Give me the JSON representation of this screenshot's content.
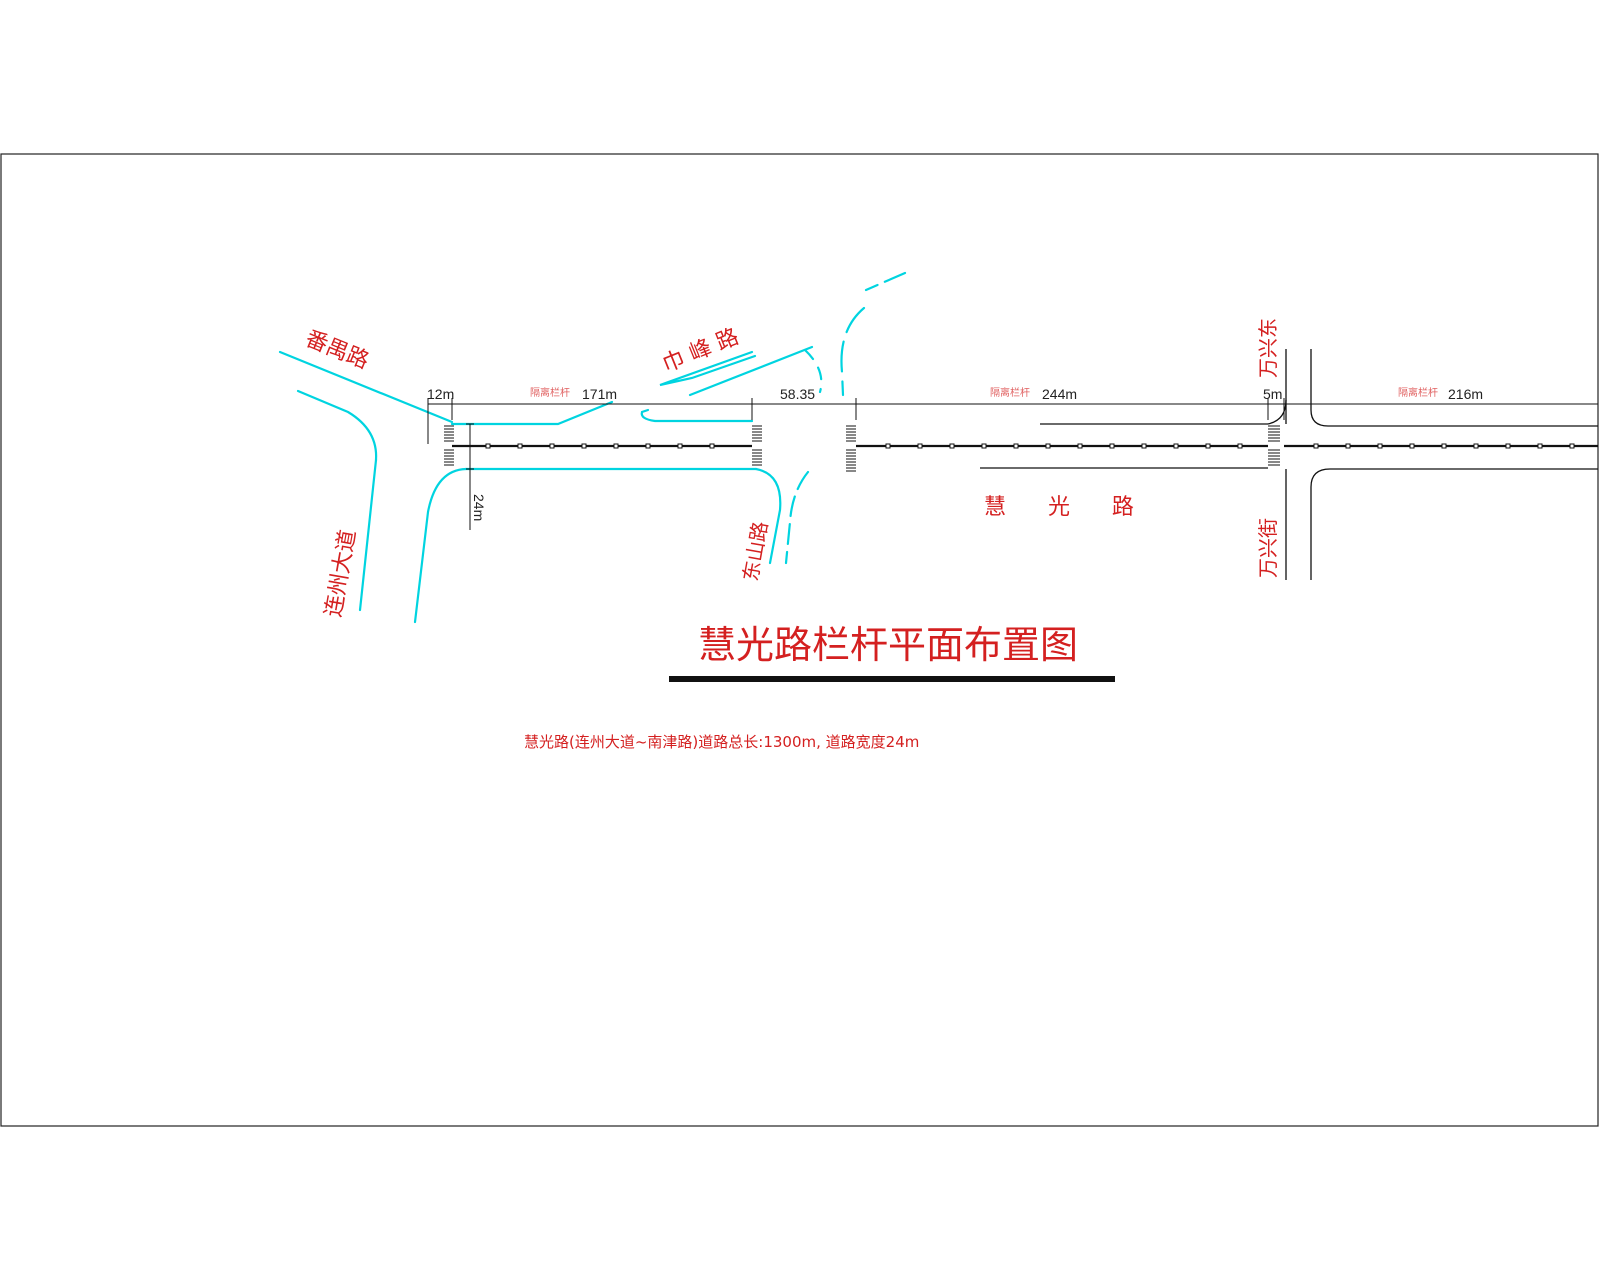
{
  "title": "慧光路栏杆平面布置图",
  "note": "慧光路(连州大道~南津路)道路总长:1300m, 道路宽度24m",
  "colors": {
    "label_red": "#d42020",
    "existing_road_cyan": "#00d4e0",
    "line_black": "#111111",
    "frame": "#222222"
  },
  "roads": {
    "panyu": "番禺路",
    "jinfeng": "巾 峰 路",
    "lianzhou": "连州大道",
    "dongshan": "东山路",
    "wanxingdong": "万兴东",
    "wanxingjie": "万兴街",
    "huiguang": "慧      光      路"
  },
  "dimensions": {
    "d12": "12m",
    "d171": "171m",
    "d5835": "58.35",
    "d244": "244m",
    "d5": "5m",
    "d216": "216m",
    "width": "24m"
  },
  "rail_note": "隔离栏杆"
}
